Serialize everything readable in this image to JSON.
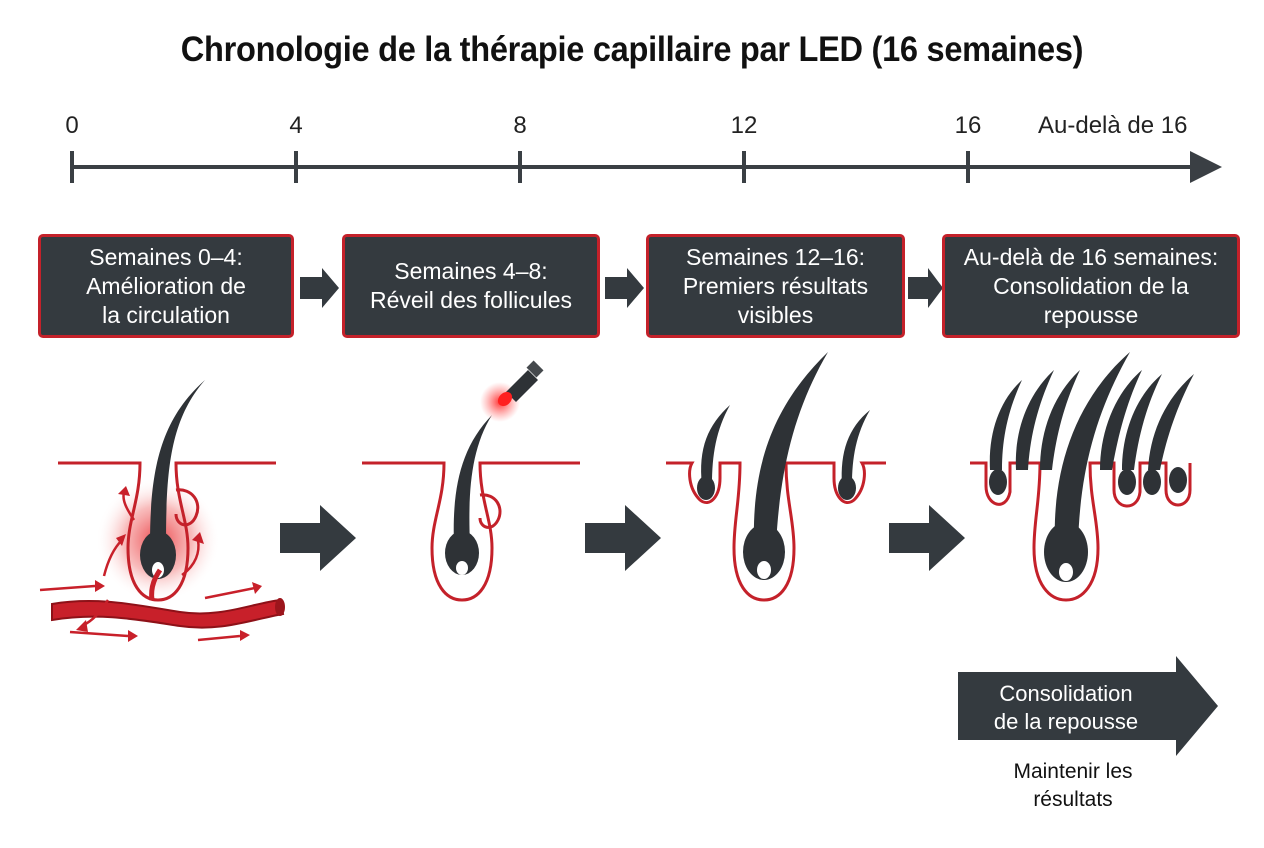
{
  "title": "Chronologie de la thérapie capillaire par LED (16 semaines)",
  "timeline": {
    "ticks": [
      "0",
      "4",
      "8",
      "12",
      "16"
    ],
    "end_label": "Au-delà de 16"
  },
  "stages": [
    {
      "lines": [
        "Semaines 0–4:",
        "Amélioration de",
        "la circulation"
      ]
    },
    {
      "lines": [
        "Semaines 4–8:",
        "Réveil des follicules"
      ]
    },
    {
      "lines": [
        "Semaines 12–16:",
        "Premiers résultats",
        "visibles"
      ]
    },
    {
      "lines": [
        "Au-delà de 16 semaines:",
        "Consolidation de la",
        "repousse"
      ]
    }
  ],
  "final_arrow": {
    "lines": [
      "Consolidation",
      "de la repousse"
    ]
  },
  "final_caption": {
    "lines": [
      "Maintenir les",
      "résultats"
    ]
  },
  "colors": {
    "dark": "#343a3f",
    "accent_red": "#c4212a",
    "vessel_red": "#c8202a"
  },
  "icons": [
    "arrow-right-icon",
    "hair-follicle-icon",
    "blood-vessel-icon",
    "led-lamp-icon"
  ]
}
